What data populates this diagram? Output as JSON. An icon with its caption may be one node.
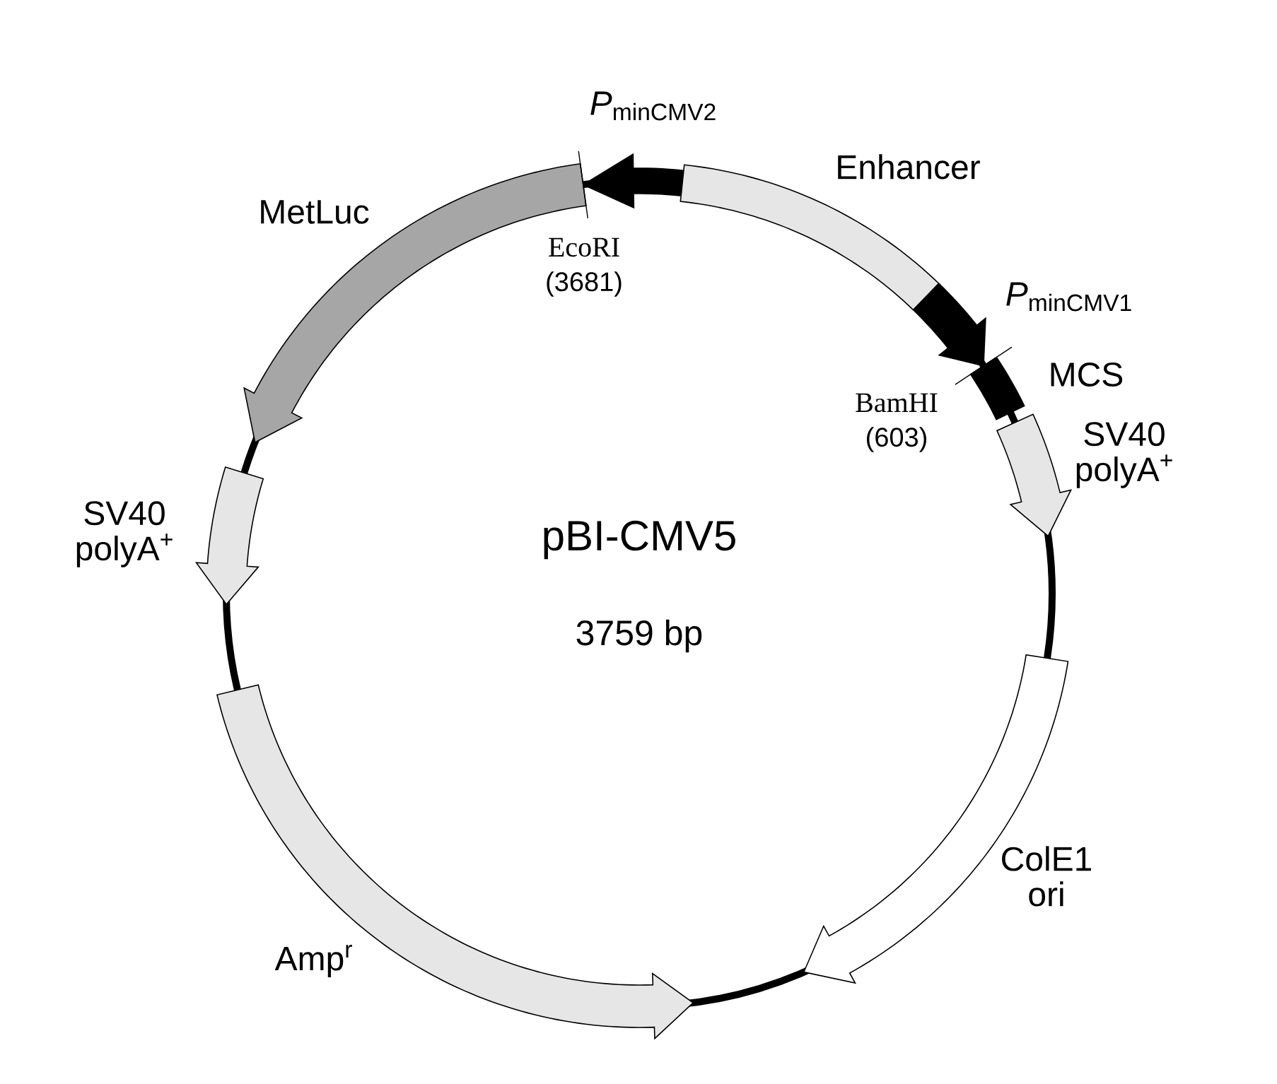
{
  "diagram": {
    "nodes": [
      {
        "text": [
          "*P*$_{minCMV2}$"
        ]
      },
      {
        "text": [
          "Enhancer"
        ]
      },
      {
        "text": [
          "MetLuc"
        ]
      },
      {
        "text": [
          "*P*$_{minCMV1}$"
        ]
      },
      {
        "text": [
          "MCS"
        ]
      },
      {
        "text": [
          "SV40 polyA$^{+}$"
        ]
      },
      {
        "text": [
          "SV40 polyA$^{+}$"
        ]
      },
      {
        "text": [
          "ColE1 ori"
        ]
      },
      {
        "text": [
          "Amp$^{r}$"
        ]
      }
    ],
    "labels": [
      "EcoRI",
      "(3681)",
      "BamHI",
      "(603)",
      "pBI-CMV5",
      "3759 bp"
    ]
  }
}
